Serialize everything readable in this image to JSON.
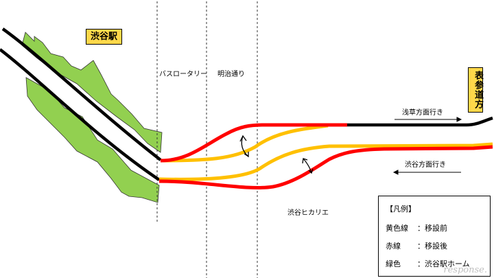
{
  "station_label": "渋谷駅",
  "direction_label": "表参道方",
  "zones": {
    "bus_rotary": "バスロータリー",
    "meiji_dori": "明治通り",
    "hikarie": "渋谷ヒカリエ"
  },
  "directions": {
    "to_asakusa": "浅草方面行き",
    "to_shibuya": "渋谷方面行き"
  },
  "legend": {
    "title": "【凡例】",
    "rows": [
      {
        "key": "黄色線",
        "value": "：移設前"
      },
      {
        "key": "赤線",
        "value": "：移設後"
      },
      {
        "key": "緑色",
        "value": "：渋谷駅ホーム"
      }
    ]
  },
  "watermark": "response.",
  "colors": {
    "platform_green": "#92d050",
    "yellow_line": "#ffc000",
    "red_line": "#ff0000",
    "track_black": "#000000",
    "label_bg": "#ffd84a"
  }
}
